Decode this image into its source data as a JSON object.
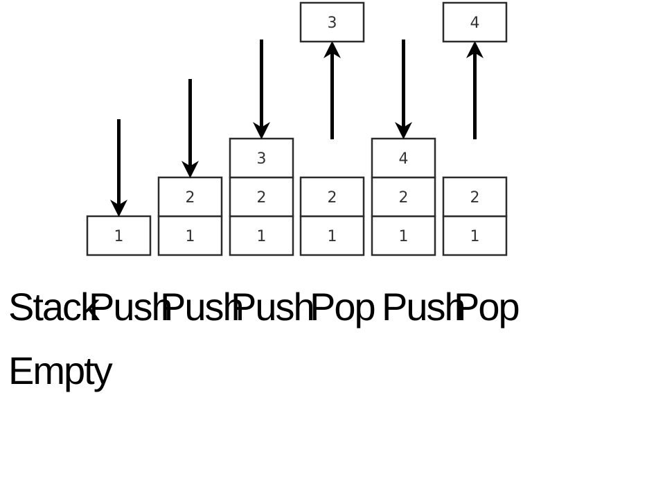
{
  "colors": {
    "stroke": "#2b2b2b",
    "arrow": "#000000",
    "text": "#333333",
    "background": "#ffffff"
  },
  "steps": [
    {
      "caption": [
        "Stack",
        "Empty"
      ],
      "stack": [],
      "arrow": "none",
      "moved": ""
    },
    {
      "caption": [
        "Push"
      ],
      "stack": [
        "1"
      ],
      "arrow": "down",
      "moved": ""
    },
    {
      "caption": [
        "Push"
      ],
      "stack": [
        "1",
        "2"
      ],
      "arrow": "down",
      "moved": ""
    },
    {
      "caption": [
        "Push"
      ],
      "stack": [
        "1",
        "2",
        "3"
      ],
      "arrow": "down",
      "moved": ""
    },
    {
      "caption": [
        "Pop"
      ],
      "stack": [
        "1",
        "2"
      ],
      "arrow": "up",
      "moved": "3"
    },
    {
      "caption": [
        "Push"
      ],
      "stack": [
        "1",
        "2",
        "4"
      ],
      "arrow": "down",
      "moved": ""
    },
    {
      "caption": [
        "Pop"
      ],
      "stack": [
        "1",
        "2"
      ],
      "arrow": "up",
      "moved": "4"
    }
  ]
}
